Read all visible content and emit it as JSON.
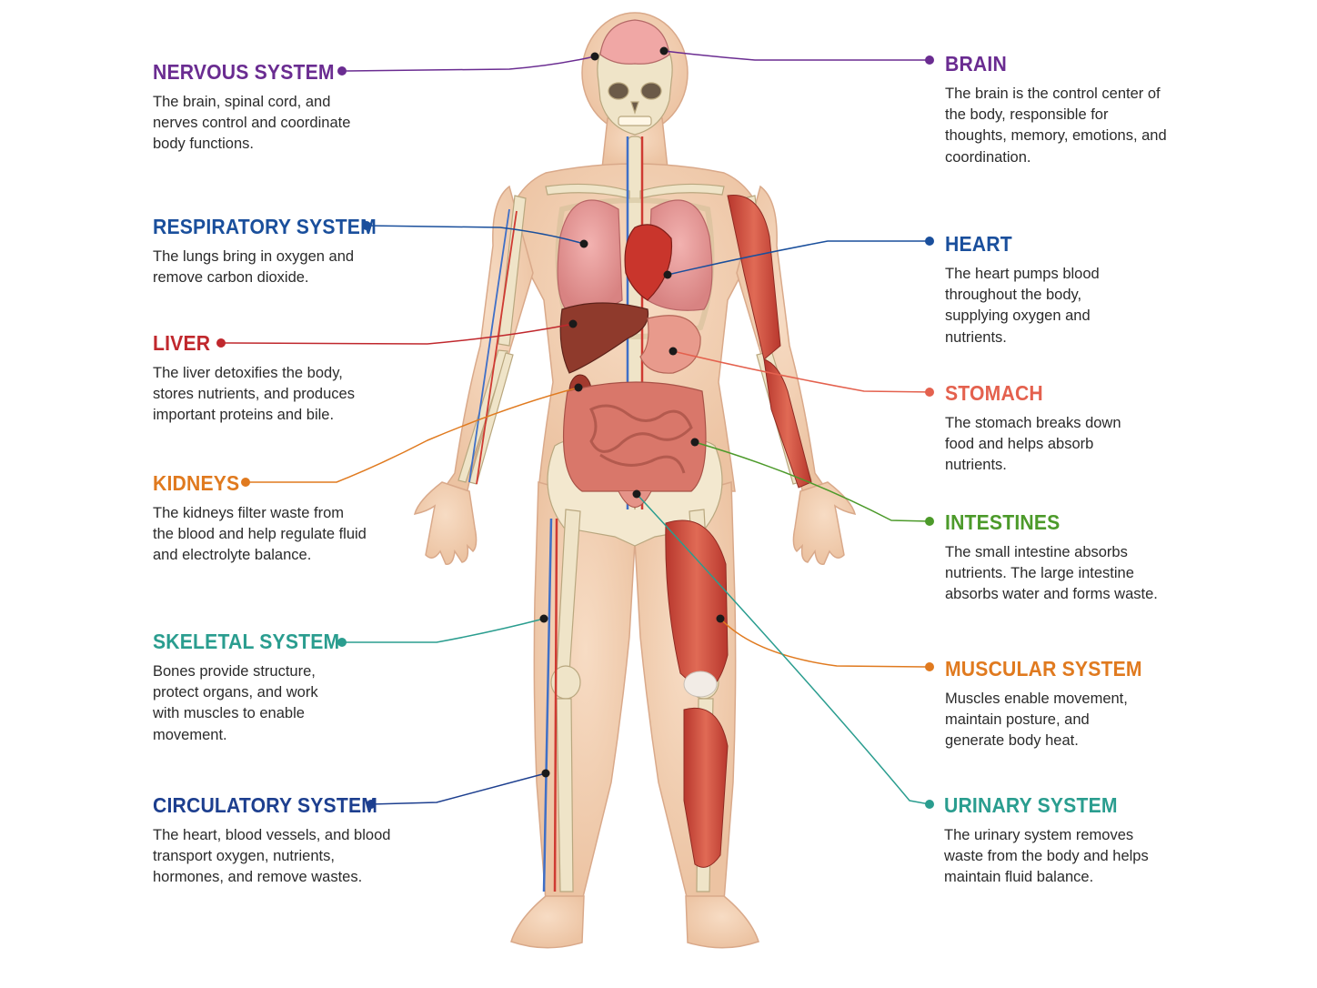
{
  "colors": {
    "purple": "#6a2c91",
    "blue": "#1a4f9c",
    "red": "#c0282d",
    "orange": "#e07a1f",
    "teal": "#2a9d8f",
    "green": "#4c9a2a",
    "salmon": "#e4614e",
    "navy": "#1d3f8f"
  },
  "labels": {
    "nervous": {
      "title": "NERVOUS SYSTEM",
      "desc": "The brain, spinal cord, and nerves control and coordinate body functions."
    },
    "respiratory": {
      "title": "RESPIRATORY SYSTEM",
      "desc": "The lungs bring in oxygen and remove carbon dioxide."
    },
    "liver": {
      "title": "LIVER",
      "desc": "The liver detoxifies the body, stores nutrients, and produces important proteins and bile."
    },
    "kidneys": {
      "title": "KIDNEYS",
      "desc": "The kidneys filter waste from the blood and help regulate fluid and electrolyte balance."
    },
    "skeletal": {
      "title": "SKELETAL SYSTEM",
      "desc": "Bones provide structure, protect organs, and work with muscles to enable movement."
    },
    "circulatory": {
      "title": "CIRCULATORY SYSTEM",
      "desc": "The heart, blood vessels, and blood transport oxygen, nutrients, hormones, and remove wastes."
    },
    "brain": {
      "title": "BRAIN",
      "desc": "The brain is the control center of the body, responsible for thoughts, memory, emotions, and coordination."
    },
    "heart": {
      "title": "HEART",
      "desc": "The heart pumps blood throughout the body, supplying oxygen and nutrients."
    },
    "stomach": {
      "title": "STOMACH",
      "desc": "The stomach breaks down food and helps absorb nutrients."
    },
    "intestines": {
      "title": "INTESTINES",
      "desc": "The small intestine absorbs nutrients. The large intestine absorbs water and forms waste."
    },
    "muscular": {
      "title": "MUSCULAR SYSTEM",
      "desc": "Muscles enable movement, maintain posture, and generate body heat."
    },
    "urinary": {
      "title": "URINARY SYSTEM",
      "desc": "The urinary system removes waste from the body and helps maintain fluid balance."
    }
  }
}
